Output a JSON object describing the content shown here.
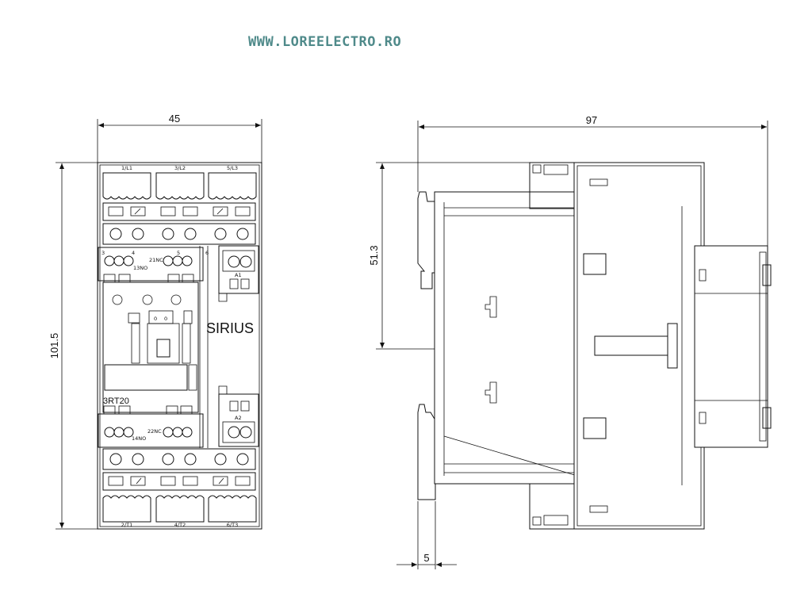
{
  "header": {
    "watermark": "WWW.LOREELECTRO.RO"
  },
  "dimensions": {
    "front_width": "45",
    "front_height": "101.5",
    "side_depth": "97",
    "side_height": "51.3",
    "rail_offset": "5"
  },
  "front_view": {
    "brand": "SIRIUS",
    "model": "3RT20",
    "top_terminals": [
      "1/L1",
      "3/L2",
      "5/L3"
    ],
    "bottom_terminals": [
      "2/T1",
      "4/T2",
      "6/T3"
    ],
    "aux_top_numbers": [
      "3",
      "4",
      "5",
      "6"
    ],
    "aux_top_labels": [
      "13NO",
      "21NC"
    ],
    "aux_bottom_labels": [
      "14NO",
      "22NC"
    ],
    "coil_top": "A1",
    "coil_bottom": "A2"
  },
  "colors": {
    "watermark": "#4f8a8a",
    "line": "#111111"
  }
}
